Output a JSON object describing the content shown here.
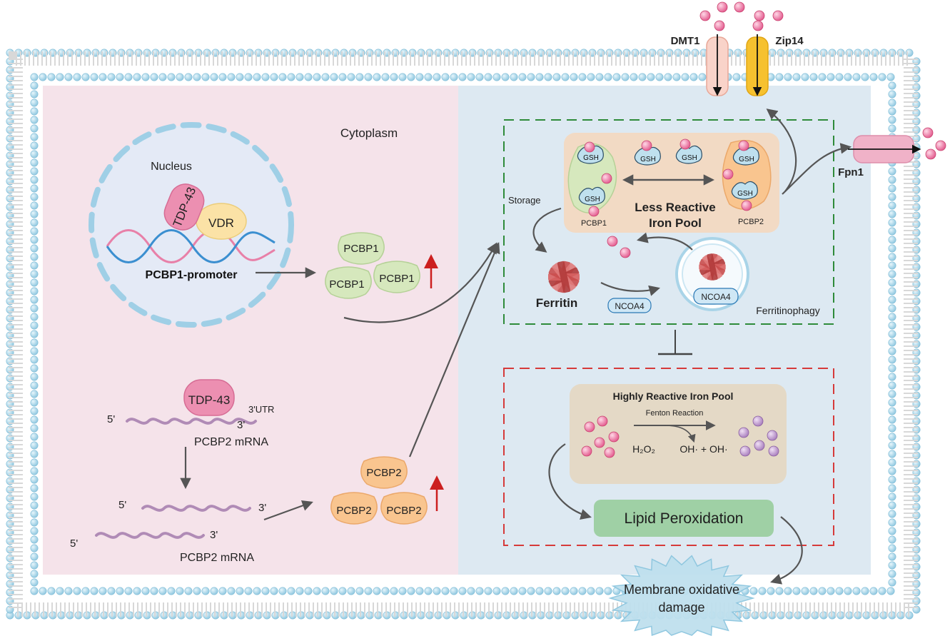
{
  "labels": {
    "cytoplasm": "Cytoplasm",
    "nucleus": "Nucleus",
    "tdp43": "TDP-43",
    "vdr": "VDR",
    "pcbp1_promoter": "PCBP1-promoter",
    "pcbp1": "PCBP1",
    "pcbp2": "PCBP2",
    "three_utr": "3'UTR",
    "five_prime": "5'",
    "three_prime": "3'",
    "pcbp2_mrna": "PCBP2 mRNA",
    "dmt1": "DMT1",
    "zip14": "Zip14",
    "fpn1": "Fpn1",
    "storage": "Storage",
    "gsh": "GSH",
    "less_reactive_line1": "Less Reactive",
    "less_reactive_line2": "Iron Pool",
    "ferritin": "Ferritin",
    "ncoa4": "NCOA4",
    "ferritinophagy": "Ferritinophagy",
    "highly_reactive": "Highly Reactive Iron Pool",
    "fenton": "Fenton Reaction",
    "h2o2": "H₂O₂",
    "oh_products": "OH· + OH·",
    "lipid_peroxidation": "Lipid Peroxidation",
    "membrane_line1": "Membrane oxidative",
    "membrane_line2": "damage"
  },
  "colors": {
    "left_panel": "#f5e3ea",
    "right_panel": "#dde9f2",
    "membrane_bead": "#a9d4e8",
    "iron": "#e8709a",
    "hydroxyl": "#b58cc4",
    "green_box": "#2e8b3a",
    "red_box": "#d63a3a",
    "lipid_box": "#9fd0a5",
    "arrow": "#555555",
    "up_arrow": "#cc1f1f"
  }
}
